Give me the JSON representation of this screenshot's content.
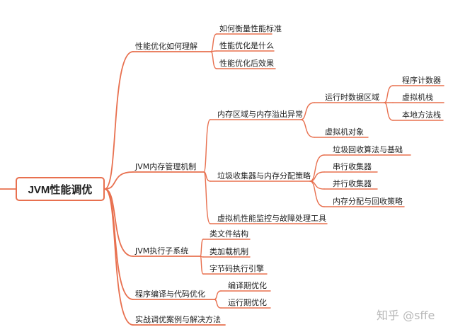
{
  "root": {
    "label": "JVM性能调优"
  },
  "watermark": {
    "text": "知乎 @sffe"
  },
  "colors": {
    "branch": "#e8704f",
    "text": "#222222",
    "background": "#ffffff"
  },
  "topics": {
    "t1": {
      "label": "性能优化如何理解",
      "children": {
        "a": "如何衡量性能标准",
        "b": "性能优化是什么",
        "c": "性能优化后效果"
      }
    },
    "t2": {
      "label": "JVM内存管理机制",
      "children": {
        "a": {
          "label": "内存区域与内存溢出异常",
          "children": {
            "a": {
              "label": "运行时数据区域",
              "children": {
                "a": "程序计数器",
                "b": "虚拟机栈",
                "c": "本地方法栈"
              }
            },
            "b": "虚拟机对象"
          }
        },
        "b": {
          "label": "垃圾收集器与内存分配策略",
          "children": {
            "a": "垃圾回收算法与基础",
            "b": "串行收集器",
            "c": "并行收集器",
            "d": "内存分配与回收策略"
          }
        },
        "c": "虚拟机性能监控与故障处理工具"
      }
    },
    "t3": {
      "label": "JVM执行子系统",
      "children": {
        "a": "类文件结构",
        "b": "类加载机制",
        "c": "字节码执行引擎"
      }
    },
    "t4": {
      "label": "程序编译与代码优化",
      "children": {
        "a": "编译期优化",
        "b": "运行期优化"
      }
    },
    "t5": {
      "label": "实战调优案例与解决方法"
    }
  }
}
